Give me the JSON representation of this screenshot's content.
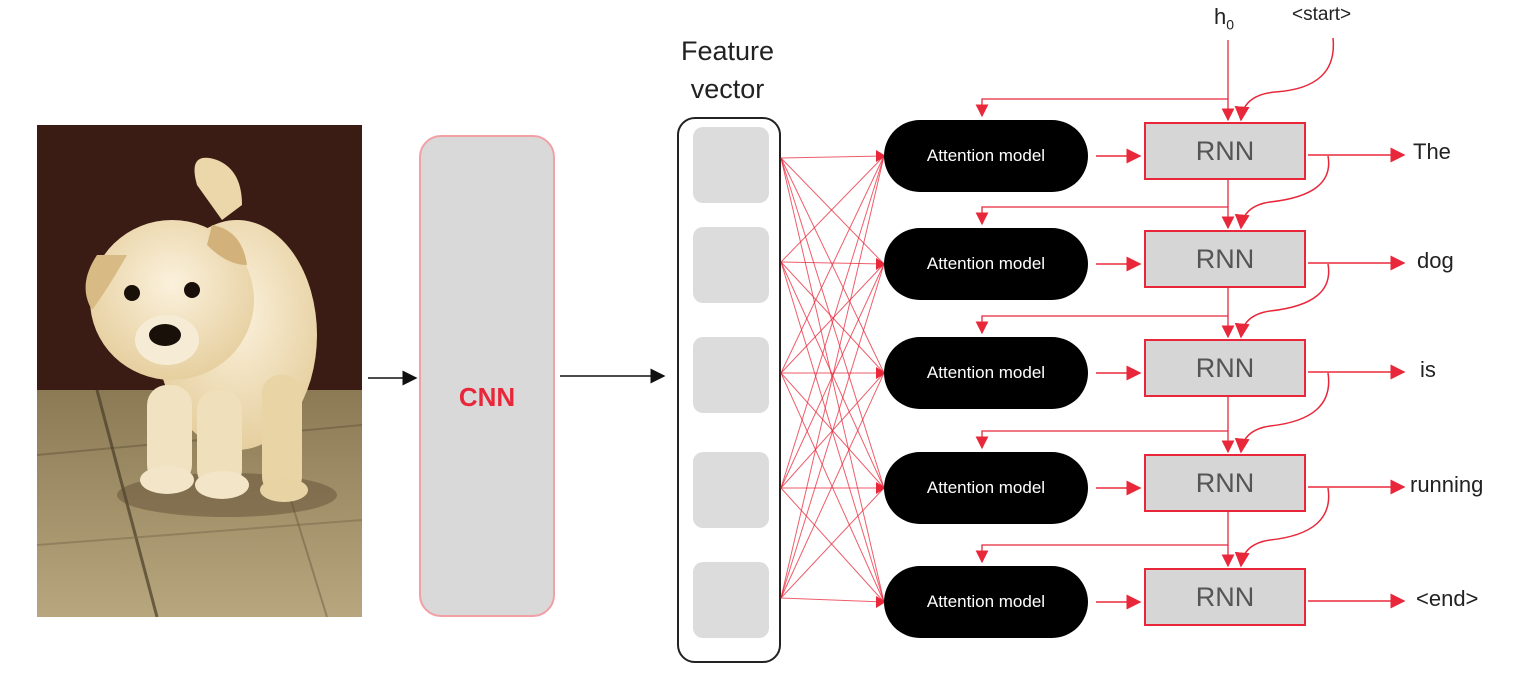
{
  "input": {
    "image_alt": "puppy-photo"
  },
  "cnn": {
    "label": "CNN"
  },
  "feature_vector": {
    "title_line1": "Feature",
    "title_line2": "vector",
    "cells": 5
  },
  "initial": {
    "h0_main": "h",
    "h0_sub": "0",
    "start_token": "<start>"
  },
  "steps": [
    {
      "attention_label": "Attention model",
      "rnn_label": "RNN",
      "output": "The"
    },
    {
      "attention_label": "Attention model",
      "rnn_label": "RNN",
      "output": "dog"
    },
    {
      "attention_label": "Attention model",
      "rnn_label": "RNN",
      "output": "is"
    },
    {
      "attention_label": "Attention model",
      "rnn_label": "RNN",
      "output": "running"
    },
    {
      "attention_label": "Attention model",
      "rnn_label": "RNN",
      "output": "<end>"
    }
  ],
  "colors": {
    "accent": "#e8283a",
    "box_fill": "#d9d9d9",
    "attention_fill": "#000000"
  }
}
